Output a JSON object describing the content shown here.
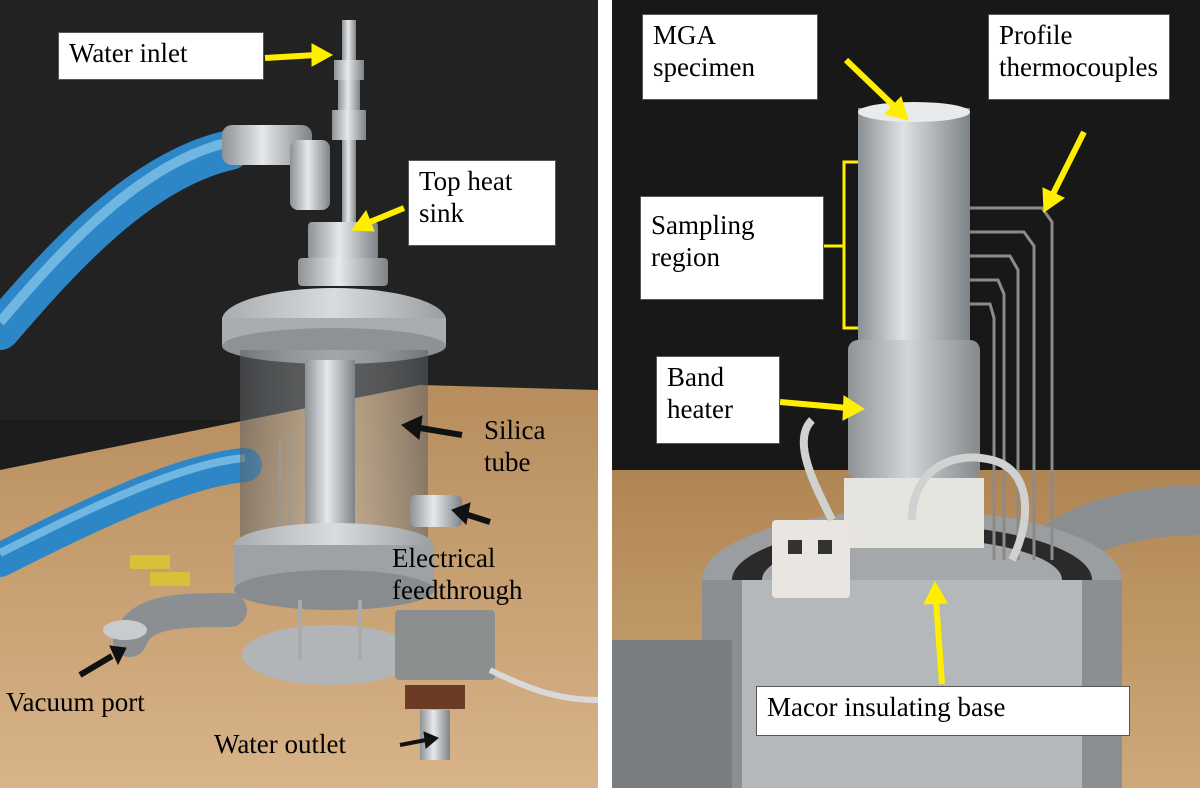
{
  "left_panel": {
    "labels": {
      "water_inlet": "Water inlet",
      "top_heat_sink_1": "Top heat",
      "top_heat_sink_2": "sink",
      "silica_tube_1": "Silica",
      "silica_tube_2": "tube",
      "electrical_feedthrough_1": "Electrical",
      "electrical_feedthrough_2": "feedthrough",
      "vacuum_port": "Vacuum port",
      "water_outlet": "Water outlet"
    }
  },
  "right_panel": {
    "labels": {
      "mga_specimen_1": "MGA",
      "mga_specimen_2": "specimen",
      "profile_thermocouples_1": "Profile",
      "profile_thermocouples_2": "thermocouples",
      "sampling_region_1": "Sampling",
      "sampling_region_2": "region",
      "band_heater_1": "Band",
      "band_heater_2": "heater",
      "macor_insulating_base": "Macor insulating base"
    }
  },
  "colors": {
    "arrow_yellow": "#ffee00",
    "arrow_black": "#111111",
    "hose_blue": "#3a9ee0",
    "background_dark": "#1b1b1b",
    "table_wood": "#c9a070",
    "steel": "#bfc3c6"
  }
}
